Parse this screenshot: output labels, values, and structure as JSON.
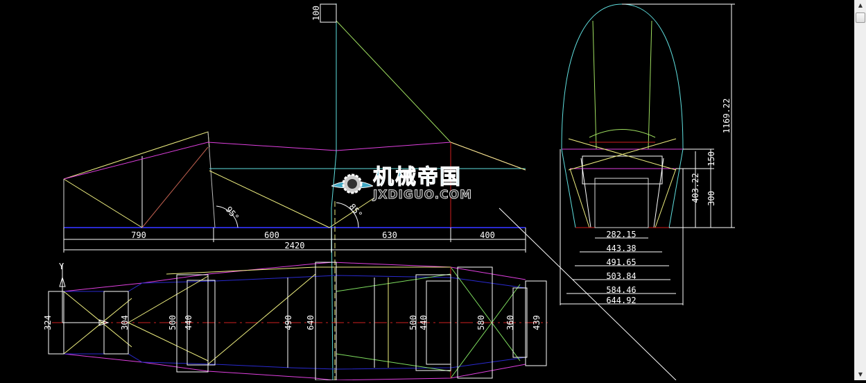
{
  "drawing": {
    "side_view": {
      "dimensions": [
        "790",
        "600",
        "630",
        "400"
      ],
      "total": "2420",
      "angles": [
        "95°",
        "85°"
      ],
      "height_box": "100"
    },
    "front_view": {
      "vertical_dims": [
        "1169.22",
        "150",
        "300",
        "403.22"
      ],
      "horizontal_dims": [
        "282.15",
        "443.38",
        "491.65",
        "503.84",
        "584.46",
        "644.92"
      ]
    },
    "plan_view": {
      "axis_label": "Y",
      "dims": [
        "324",
        "304",
        "500",
        "440",
        "490",
        "640",
        "500",
        "440",
        "580",
        "360",
        "439"
      ]
    }
  },
  "watermark": {
    "cn": "机械帝国",
    "en": "JXDIGUO.COM"
  },
  "colors": {
    "background": "#000000",
    "baseline": "#2020c0",
    "magenta": "#e040e0",
    "yellow": "#f0f080",
    "cyan": "#60e0e0",
    "red": "#d02020",
    "white": "#ffffff",
    "green": "#80e060"
  },
  "scrollbar": {
    "up_icon": "arrow-up",
    "down_icon": "arrow-down"
  }
}
